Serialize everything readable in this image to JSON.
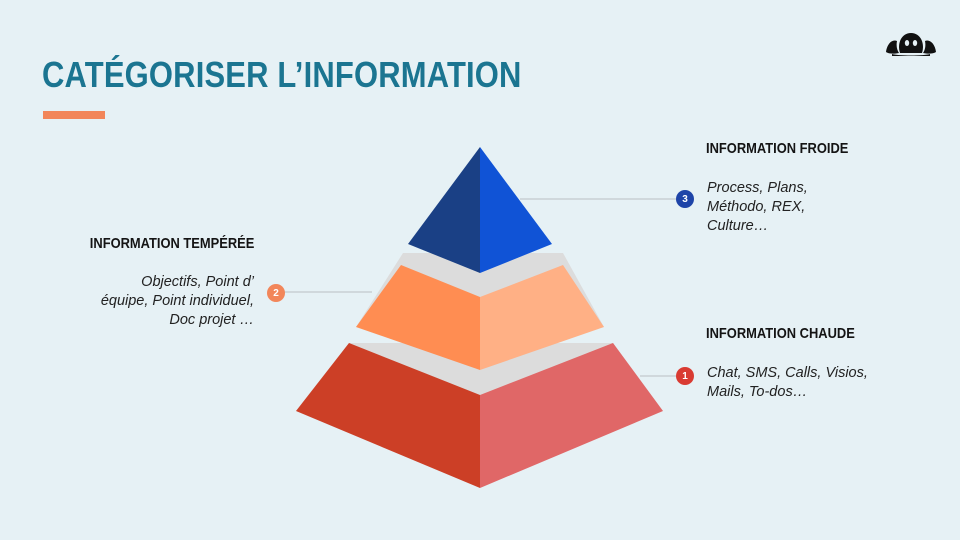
{
  "title": "CATÉGORISER L’INFORMATION",
  "colors": {
    "title": "#1b7591",
    "accent": "#f2865a",
    "cold": "#1a4b9c",
    "temperate": "#f2865a",
    "hot": "#d9493a"
  },
  "tiers": [
    {
      "badge": "3",
      "heading": "INFORMATION FROIDE",
      "lines": [
        "Process, Plans,",
        "Méthodo, REX,",
        "Culture…"
      ],
      "badge_color": "#1e44a8"
    },
    {
      "badge": "2",
      "heading": "INFORMATION TEMPÉRÉE",
      "lines": [
        "Objectifs, Point d’",
        "équipe, Point individuel,",
        "Doc projet …"
      ],
      "badge_color": "#f2865a"
    },
    {
      "badge": "1",
      "heading": "INFORMATION CHAUDE",
      "lines": [
        "Chat, SMS, Calls, Visios,",
        "Mails, To-dos…"
      ],
      "badge_color": "#d93b32"
    }
  ]
}
